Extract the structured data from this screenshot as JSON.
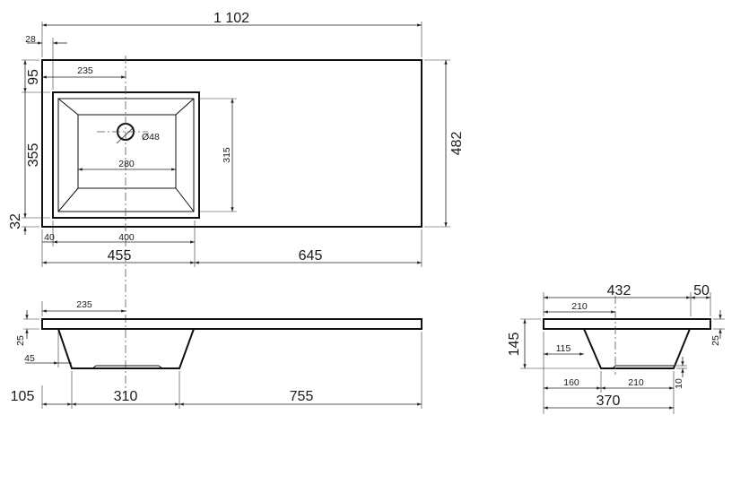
{
  "colors": {
    "line": "#111111",
    "background": "#ffffff"
  },
  "top_view": {
    "overall_length": "1 102",
    "overall_depth": "482",
    "edge_offset": "28",
    "front_margin": "95",
    "bowl_depth": "355",
    "back_margin": "32",
    "tap_to_edge": "235",
    "tap_hole": "Ø48",
    "bowl_bottom_width": "280",
    "bowl_inner_depth": "315",
    "left_margin": "40",
    "bowl_width": "400",
    "left_section": "455",
    "right_section": "645"
  },
  "front_view": {
    "center_to_edge": "235",
    "slab_thickness": "25",
    "skirt_offset": "45",
    "left_section": "105",
    "middle_section": "310",
    "right_section": "755"
  },
  "side_view": {
    "depth": "432",
    "back_offset": "50",
    "center_to_front": "210",
    "slab_thickness": "25",
    "total_height": "145",
    "front_to_bowl": "115",
    "bowl_bottom_offset": "160",
    "bowl_bottom_width": "210",
    "bottom_step": "10",
    "overall_bowl_width": "370"
  }
}
